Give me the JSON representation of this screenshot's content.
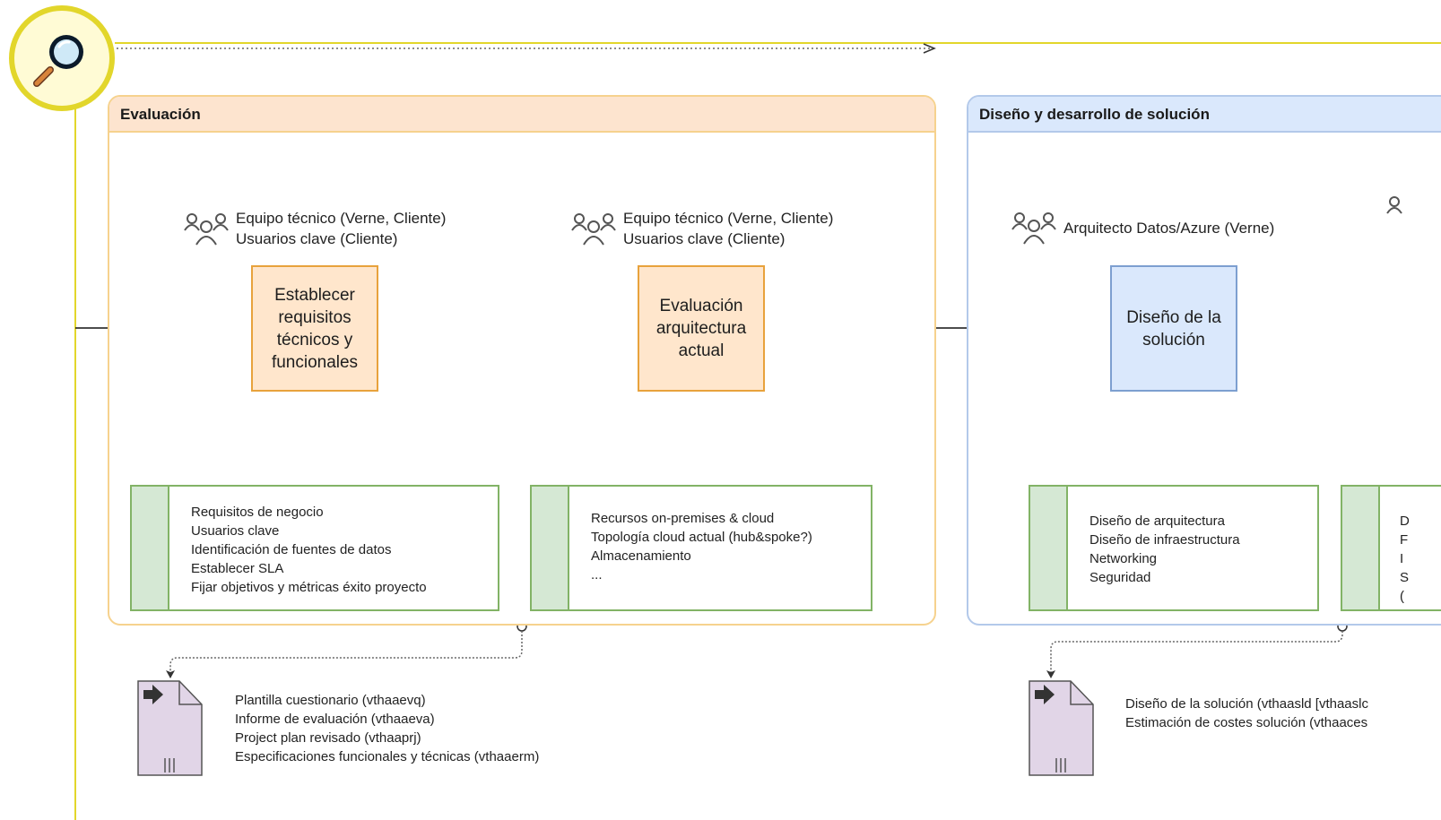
{
  "colors": {
    "phase_orange_fill": "#fde4cf",
    "phase_orange_border": "#f6d28e",
    "phase_blue_fill": "#dae8fc",
    "phase_blue_border": "#b3c9ea",
    "task_orange": "#ffe6cc",
    "task_blue": "#dae8fc",
    "note_green": "#d5e8d4",
    "document_purple": "#e1d5e7",
    "badge_yellow": "#e2d62b"
  },
  "badge": {
    "icon": "magnifier-icon"
  },
  "lanes": {
    "evaluacion": {
      "title": "Evaluación",
      "tasks": [
        {
          "label": "Establecer requisitos técnicos y funcionales",
          "actor": [
            "Equipo técnico (Verne, Cliente)",
            "Usuarios clave (Cliente)"
          ],
          "notes": [
            "Requisitos de negocio",
            "Usuarios clave",
            "Identificación de fuentes de datos",
            "Establecer SLA",
            "Fijar objetivos y métricas éxito proyecto"
          ]
        },
        {
          "label": "Evaluación arquitectura actual",
          "actor": [
            "Equipo técnico (Verne, Cliente)",
            "Usuarios clave (Cliente)"
          ],
          "notes": [
            "Recursos on-premises & cloud",
            "Topología cloud actual (hub&spoke?)",
            "Almacenamiento",
            "..."
          ]
        }
      ],
      "deliverables": [
        "Plantilla cuestionario (vthaaevq)",
        "Informe de evaluación (vthaaeva)",
        "Project plan revisado (vthaaprj)",
        "Especificaciones funcionales y técnicas (vthaaerm)"
      ]
    },
    "diseno": {
      "title": "Diseño y desarrollo de solución",
      "tasks": [
        {
          "label": "Diseño de la solución",
          "actor": [
            "Arquitecto Datos/Azure (Verne)"
          ],
          "notes": [
            "Diseño de arquitectura",
            "Diseño de infraestructura",
            "Networking",
            "Seguridad"
          ]
        }
      ],
      "partial_note_letters": [
        "D",
        "F",
        "I",
        "S",
        "("
      ],
      "deliverables": [
        "Diseño de la solución (vthaasld [vthaaslc",
        "Estimación de costes solución (vthaaces"
      ]
    }
  }
}
